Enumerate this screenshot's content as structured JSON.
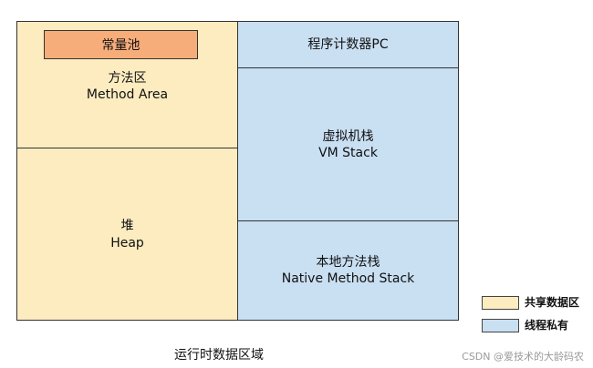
{
  "colors": {
    "shared": "#fcecc0",
    "private": "#c9dff2",
    "constant_pool": "#f6ad7a",
    "border": "#333333"
  },
  "shared": {
    "constant_pool": "常量池",
    "method_area": {
      "cn": "方法区",
      "en": "Method Area"
    },
    "heap": {
      "cn": "堆",
      "en": "Heap"
    }
  },
  "private": {
    "pc": "程序计数器PC",
    "vm_stack": {
      "cn": "虚拟机栈",
      "en": "VM Stack"
    },
    "native_stack": {
      "cn": "本地方法栈",
      "en": "Native Method Stack"
    }
  },
  "legend": [
    {
      "label": "共享数据区",
      "icon": "shared-swatch"
    },
    {
      "label": "线程私有",
      "icon": "private-swatch"
    }
  ],
  "caption": "运行时数据区域",
  "watermark": "CSDN @爱技术的大龄码农"
}
